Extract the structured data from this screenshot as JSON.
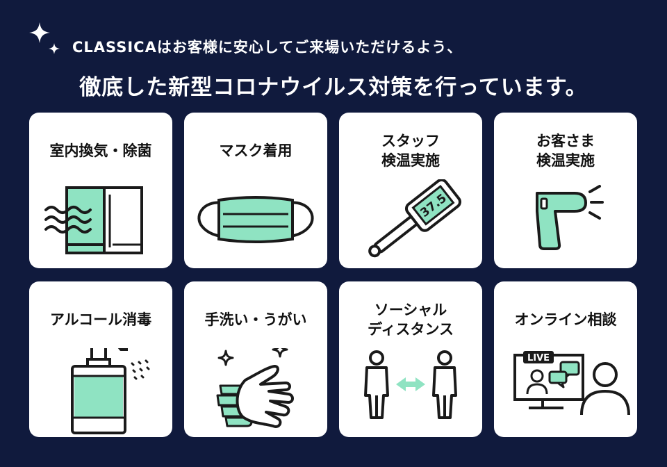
{
  "header": {
    "line1": "CLASSICAはお客様に安心してご来場いただけるよう、",
    "line2": "徹底した新型コロナウイルス対策を行っています。"
  },
  "colors": {
    "background": "#101a3d",
    "card": "#ffffff",
    "accent": "#8fe3c2",
    "ink": "#1a1a1a"
  },
  "cards": [
    {
      "lines": [
        "室内換気・除菌"
      ],
      "icon": "ventilation-window-icon"
    },
    {
      "lines": [
        "マスク着用"
      ],
      "icon": "face-mask-icon"
    },
    {
      "lines": [
        "スタッフ",
        "検温実施"
      ],
      "icon": "thermometer-icon",
      "reading": "37.5"
    },
    {
      "lines": [
        "お客さま",
        "検温実施"
      ],
      "icon": "infrared-thermometer-icon"
    },
    {
      "lines": [
        "アルコール消毒"
      ],
      "icon": "sanitizer-bottle-icon"
    },
    {
      "lines": [
        "手洗い・うがい"
      ],
      "icon": "hand-washing-icon"
    },
    {
      "lines": [
        "ソーシャル",
        "ディスタンス"
      ],
      "icon": "social-distance-icon"
    },
    {
      "lines": [
        "オンライン相談"
      ],
      "icon": "online-consultation-icon",
      "badge": "LIVE"
    }
  ]
}
